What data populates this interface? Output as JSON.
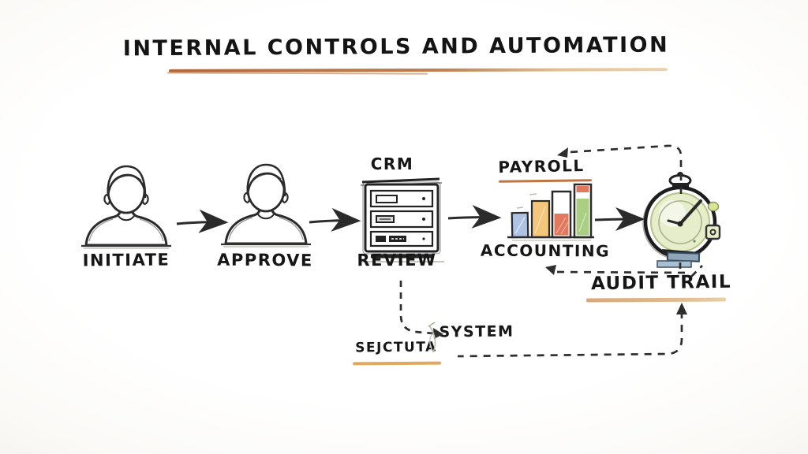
{
  "title": {
    "text": "INTERNAL CONTROLS AND AUTOMATION"
  },
  "flow": {
    "initiate": {
      "label": "INITIATE"
    },
    "approve": {
      "label": "APPROVE"
    },
    "crm": {
      "label": "CRM"
    },
    "review": {
      "label": "REVIEW"
    },
    "payroll": {
      "label": "PAYROLL"
    },
    "accounting": {
      "label": "ACCOUNTING"
    },
    "audit_trail": {
      "label": "AUDIT TRAIL"
    },
    "system": {
      "label": "SYSTEM"
    },
    "sejctuta": {
      "label": "SEJCTUTA"
    }
  },
  "colors": {
    "ink": "#2b2b2b",
    "underline_orange": "#c07544",
    "underline_tan": "#dcae7e",
    "bar_blue": "#aec3e3",
    "bar_orange": "#f4c67c",
    "bar_salmon": "#e3795c",
    "bar_green": "#abcf82",
    "clock_face": "#e6edca",
    "clock_accent": "#d9e49a",
    "base_blue": "#8fa6ba",
    "base_blue_light": "#a9bfd2"
  }
}
